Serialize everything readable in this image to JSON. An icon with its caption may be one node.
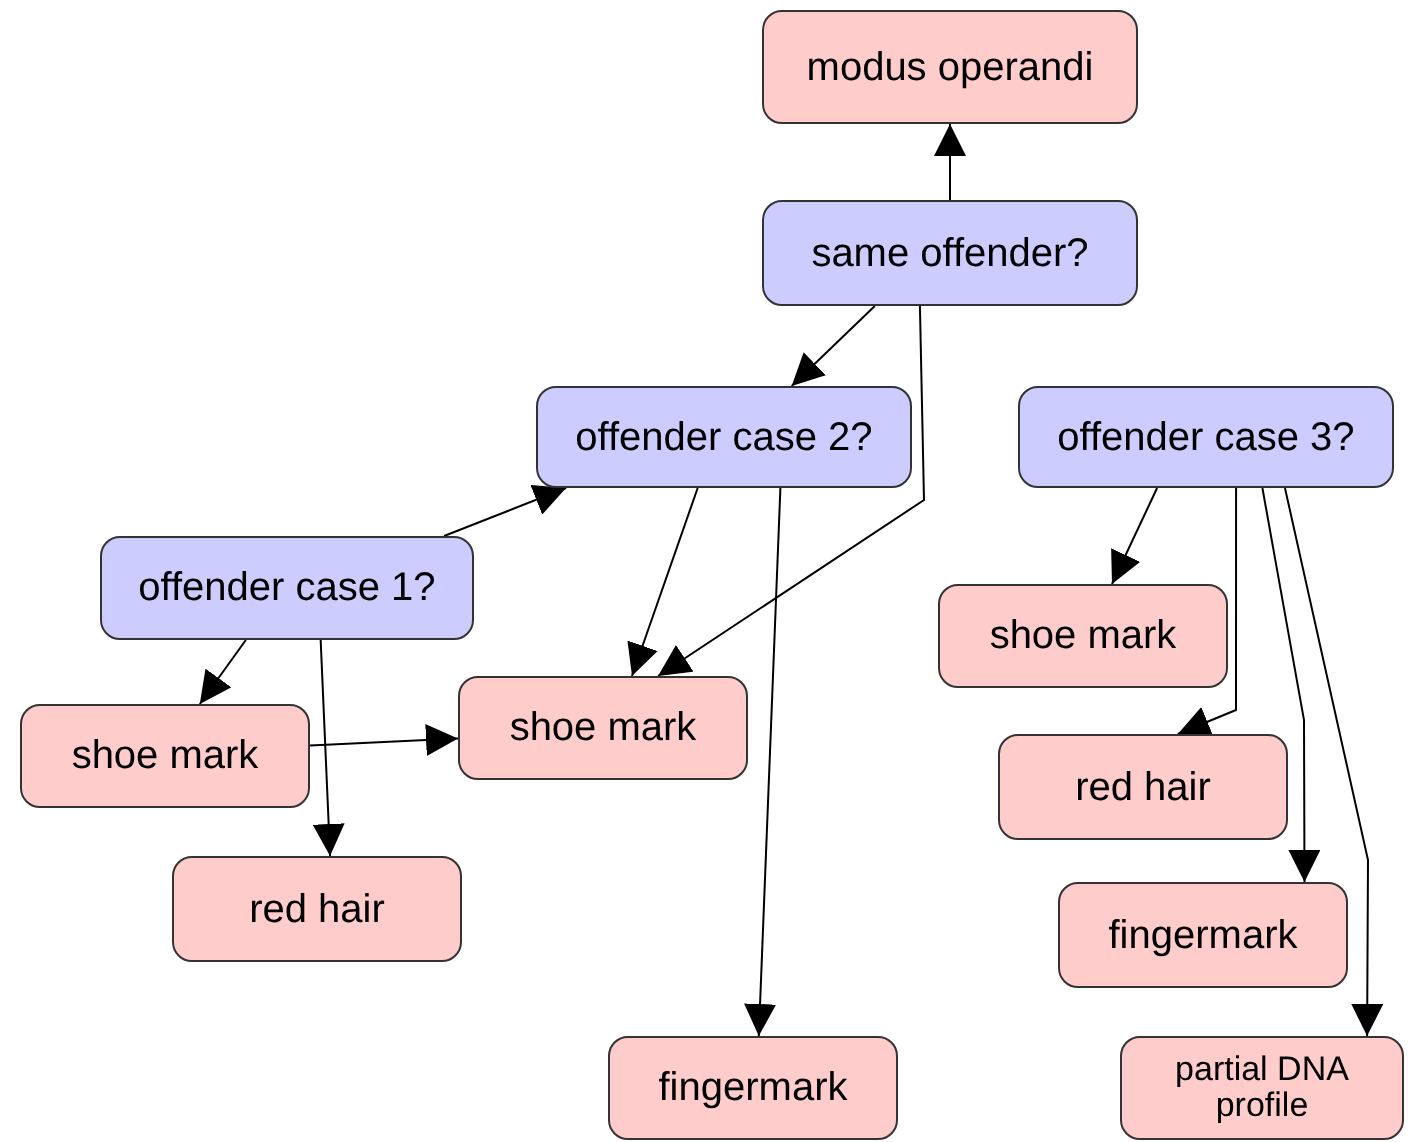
{
  "diagram": {
    "nodes": [
      {
        "text": [
          "modus operandi"
        ]
      },
      {
        "text": [
          "same offender?"
        ]
      },
      {
        "text": [
          "offender case 2?"
        ]
      },
      {
        "text": [
          "offender case 3?"
        ]
      },
      {
        "text": [
          "offender case 1?"
        ]
      },
      {
        "text": [
          "shoe mark"
        ]
      },
      {
        "text": [
          "shoe mark"
        ]
      },
      {
        "text": [
          "shoe mark"
        ]
      },
      {
        "text": [
          "red hair"
        ]
      },
      {
        "text": [
          "red hair"
        ]
      },
      {
        "text": [
          "fingermark"
        ]
      },
      {
        "text": [
          "partial DNA profile"
        ]
      },
      {
        "text": [
          "fingermark"
        ]
      }
    ],
    "edges": [
      {
        "from": 1,
        "to": 0,
        "arrow": "to"
      },
      {
        "from": 1,
        "to": 2,
        "arrow": "to"
      },
      {
        "from": 1,
        "to": 7,
        "arrow": "to"
      },
      {
        "from": 2,
        "to": 7,
        "arrow": "to"
      },
      {
        "from": 2,
        "to": 12,
        "arrow": "to"
      },
      {
        "from": 4,
        "to": 2,
        "arrow": "to"
      },
      {
        "from": 4,
        "to": 6,
        "arrow": "to"
      },
      {
        "from": 4,
        "to": 9,
        "arrow": "to"
      },
      {
        "from": 6,
        "to": 7,
        "arrow": "to"
      },
      {
        "from": 3,
        "to": 5,
        "arrow": "to"
      },
      {
        "from": 3,
        "to": 8,
        "arrow": "to"
      },
      {
        "from": 3,
        "to": 10,
        "arrow": "to"
      },
      {
        "from": 3,
        "to": 11,
        "arrow": "to"
      }
    ]
  }
}
